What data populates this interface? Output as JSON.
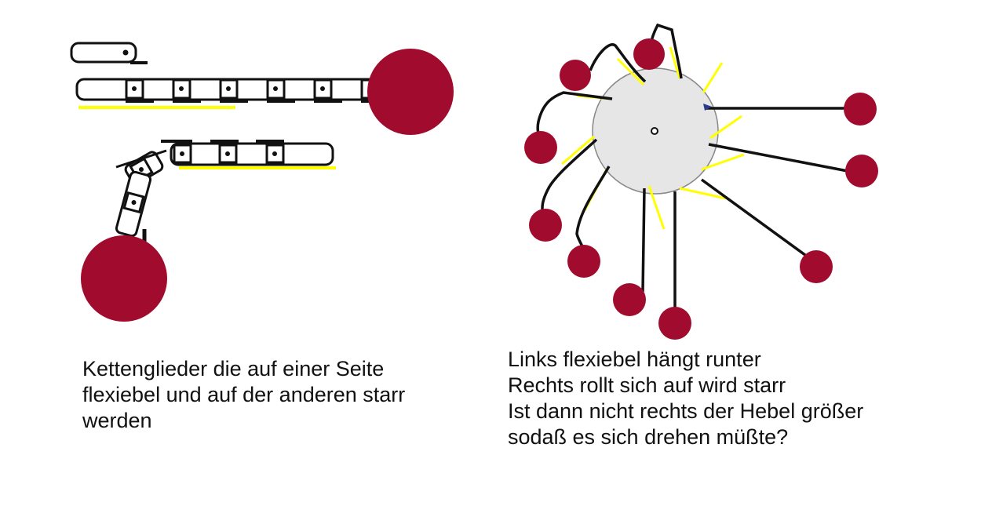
{
  "colors": {
    "weight": "#a10c2e",
    "link_outline": "#111111",
    "rigid_marker": "#ffff00",
    "wheel_fill": "#e6e6e6",
    "wheel_edge": "#888888",
    "background": "#ffffff"
  },
  "captions": {
    "left": [
      "Kettenglieder die auf einer Seite",
      "flexiebel und auf der anderen starr",
      "werden"
    ],
    "right": [
      "Links flexiebel hängt runter",
      "Rechts rollt sich auf wird starr",
      "Ist dann nicht rechts der Hebel größer",
      "sodaß es sich drehen müßte?"
    ]
  }
}
